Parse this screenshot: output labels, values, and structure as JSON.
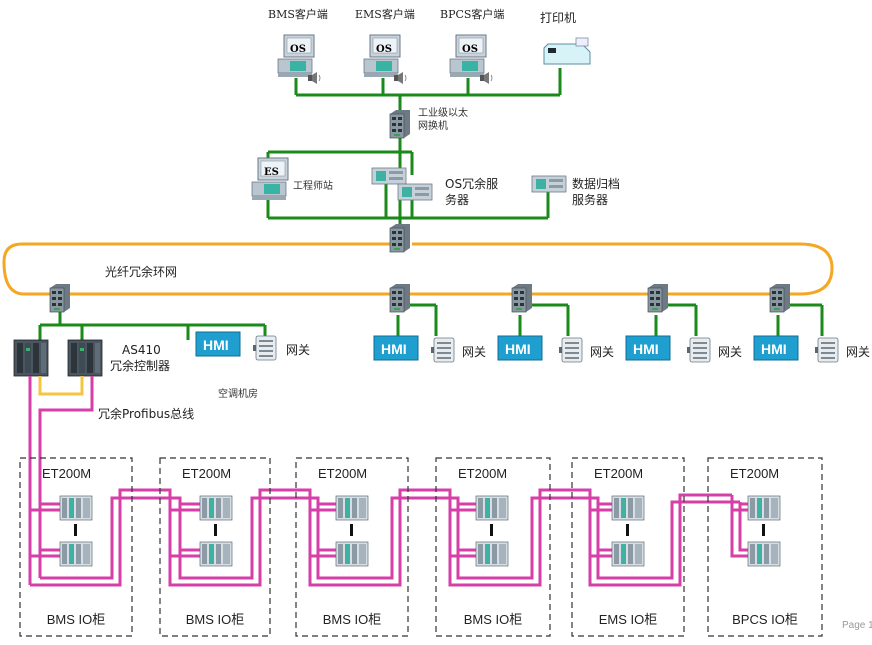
{
  "top_clients": [
    {
      "label": "BMS客户端",
      "screen": "OS"
    },
    {
      "label": "EMS客户端",
      "screen": "OS"
    },
    {
      "label": "BPCS客户端",
      "screen": "OS"
    }
  ],
  "printer": {
    "label": "打印机"
  },
  "industrial_switch": {
    "label_line1": "工业级以太",
    "label_line2": "网换机"
  },
  "engineer_station": {
    "screen": "ES",
    "label": "工程师站"
  },
  "os_redundant_server": {
    "label_line1": "OS冗余服",
    "label_line2": "务器"
  },
  "archive_server": {
    "label_line1": "数据归档",
    "label_line2": "服务器"
  },
  "fiber_ring": {
    "label": "光纤冗余环网"
  },
  "controller": {
    "label_line1": "AS410",
    "label_line2": "冗余控制器"
  },
  "hmi_label": "HMI",
  "gateway_label": "网关",
  "ac_room": {
    "label": "空调机房"
  },
  "profibus": {
    "label": "冗余Profibus总线"
  },
  "io_cabinets": [
    {
      "module": "ET200M",
      "label": "BMS IO柜"
    },
    {
      "module": "ET200M",
      "label": "BMS IO柜"
    },
    {
      "module": "ET200M",
      "label": "BMS IO柜"
    },
    {
      "module": "ET200M",
      "label": "BMS IO柜"
    },
    {
      "module": "ET200M",
      "label": "EMS IO柜"
    },
    {
      "module": "ET200M",
      "label": "BPCS IO柜"
    }
  ],
  "page_label": "Page 1",
  "colors": {
    "ethernet": "#1a8a1a",
    "fiber": "#f5a623",
    "profibus": "#d63fa8",
    "sync_link": "#f5c542",
    "hmi_fill": "#1e9fd0"
  }
}
